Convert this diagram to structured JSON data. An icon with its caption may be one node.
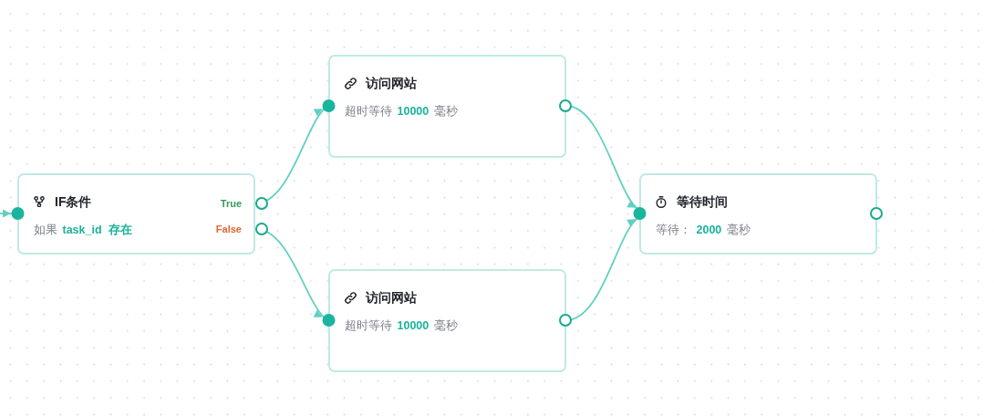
{
  "diagram": {
    "nodes": [
      {
        "text": [
          "IF条件",
          "如果 **task_id** **存在**",
          "True",
          "False"
        ]
      },
      {
        "text": [
          "访问网站",
          "超时等待 **10000** 毫秒"
        ]
      },
      {
        "text": [
          "访问网站",
          "超时等待 **10000** 毫秒"
        ]
      },
      {
        "text": [
          "等待时间",
          "等待： **2000** 毫秒"
        ]
      }
    ],
    "edges": [
      {
        "from": null,
        "to": 0,
        "arrow": "to"
      },
      {
        "from": 0,
        "to": 1,
        "arrow": "to"
      },
      {
        "from": 0,
        "to": 2,
        "arrow": "to"
      },
      {
        "from": 1,
        "to": 3,
        "arrow": "to"
      },
      {
        "from": 2,
        "to": 3,
        "arrow": "to"
      }
    ]
  }
}
